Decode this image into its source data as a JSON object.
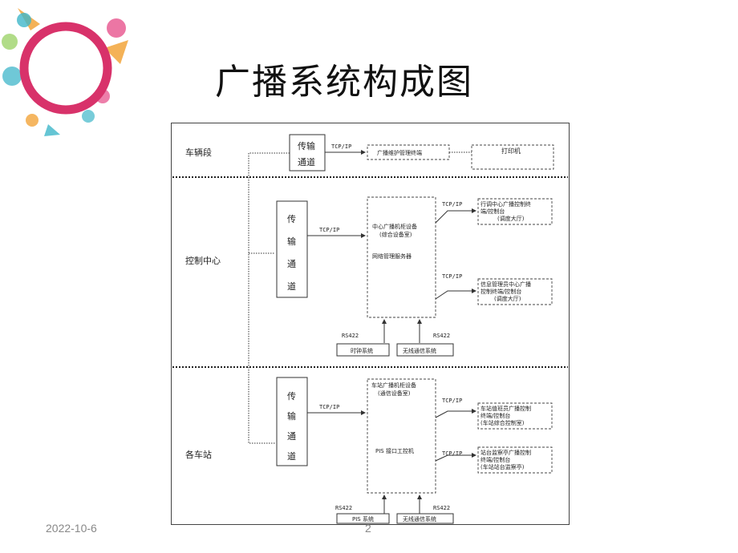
{
  "title": "广播系统构成图",
  "footer": {
    "date": "2022-10-6",
    "page": "2"
  },
  "logo": {
    "icon": "decorative-ring-splash-logo",
    "ring_color": "#d8326a",
    "splash_colors": [
      "#f2a43a",
      "#3fb6c9",
      "#e7548d",
      "#9ed36a"
    ]
  },
  "diagram": {
    "sections": {
      "depot": "车辆段",
      "control": "控制中心",
      "station": "各车站"
    },
    "protocols": {
      "tcp": "TCP/IP",
      "rs422": "RS422"
    },
    "depot": {
      "transmission": [
        "传输",
        "通道"
      ],
      "terminal": "广播维护管理终端",
      "printer": "打印机"
    },
    "control": {
      "transmission": [
        "传",
        "输",
        "通",
        "道"
      ],
      "cabinet": [
        "中心广播机柜设备",
        "(综合设备室)"
      ],
      "server": "网络管理服务器",
      "dispatch_terminal": [
        "行调中心广播控制终",
        "端/控制台",
        "(调度大厅)"
      ],
      "info_terminal": [
        "信息管理员中心广播",
        "控制终端/控制台",
        "(调度大厅)"
      ],
      "clock_system": "时钟系统",
      "radio_system": "无线通信系统"
    },
    "station": {
      "transmission": [
        "传",
        "输",
        "通",
        "道"
      ],
      "cabinet": [
        "车站广播机柜设备",
        "(通信设备室)"
      ],
      "pis_computer": "PIS 接口工控机",
      "duty_terminal": [
        "车站值班员广播控制",
        "终端/控制台",
        "(车站综合控制室)"
      ],
      "platform_terminal": [
        "站台监察亭广播控制",
        "终端/控制台",
        "(车站站台监察亭)"
      ],
      "pis_system": "PIS 系统",
      "radio_system": "无线通信系统"
    }
  }
}
